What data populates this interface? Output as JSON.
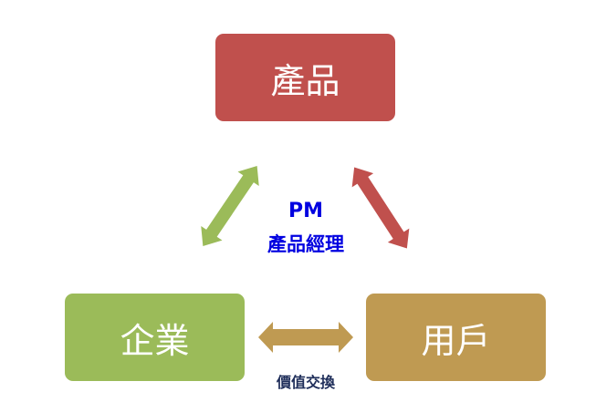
{
  "nodes": {
    "product": {
      "label": "產品",
      "color": "#C0504D"
    },
    "enterprise": {
      "label": "企業",
      "color": "#9BBB59"
    },
    "user": {
      "label": "用戶",
      "color": "#BF9A52"
    }
  },
  "center": {
    "line1": "PM",
    "line2": "產品經理"
  },
  "exchange_label": "價值交換"
}
